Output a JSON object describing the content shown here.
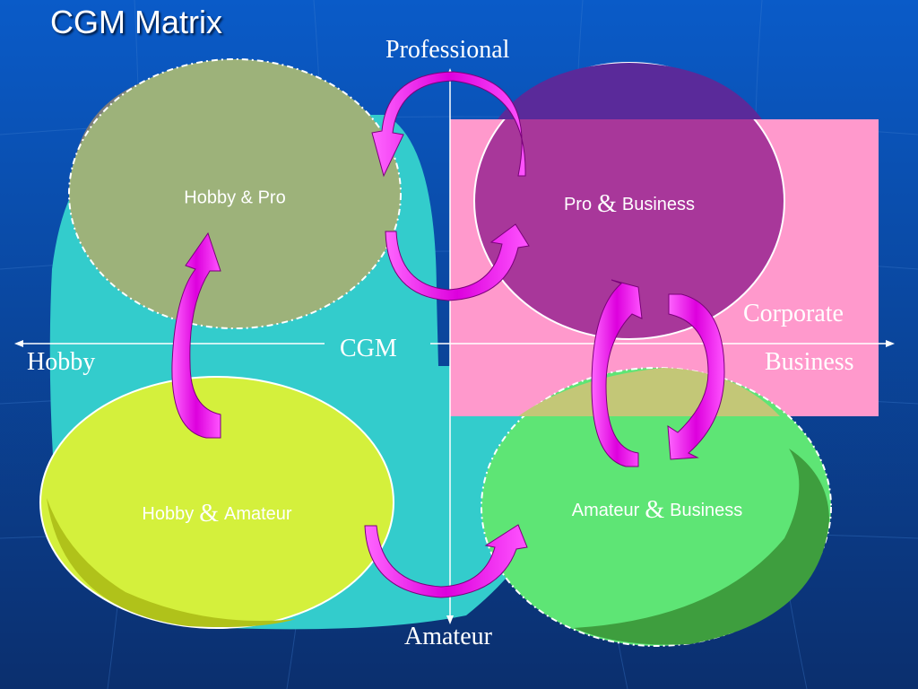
{
  "title": "CGM Matrix",
  "axes": {
    "top": "Professional",
    "bottom": "Amateur",
    "left": "Hobby",
    "right": "Business",
    "center": "CGM"
  },
  "region_label": "Corporate",
  "bubbles": {
    "hobby_pro": "Hobby & Pro",
    "pro_business_left": "Pro",
    "pro_business_amp": "&",
    "pro_business_right": "Business",
    "hobby_amateur_left": "Hobby",
    "hobby_amateur_amp": "&",
    "hobby_amateur_right": "Amateur",
    "amateur_business_left": "Amateur",
    "amateur_business_amp": "&",
    "amateur_business_right": "Business"
  },
  "colors": {
    "background": "#0b3f8e",
    "cgm_blob": "#33cccc",
    "corporate_rect": "#ff99cc",
    "hobby_pro": "#9db27a",
    "pro_business": "#a8379a",
    "hobby_amateur": "#d4f03c",
    "amateur_business": "#5ee575",
    "arrows": "#ee22ee"
  }
}
